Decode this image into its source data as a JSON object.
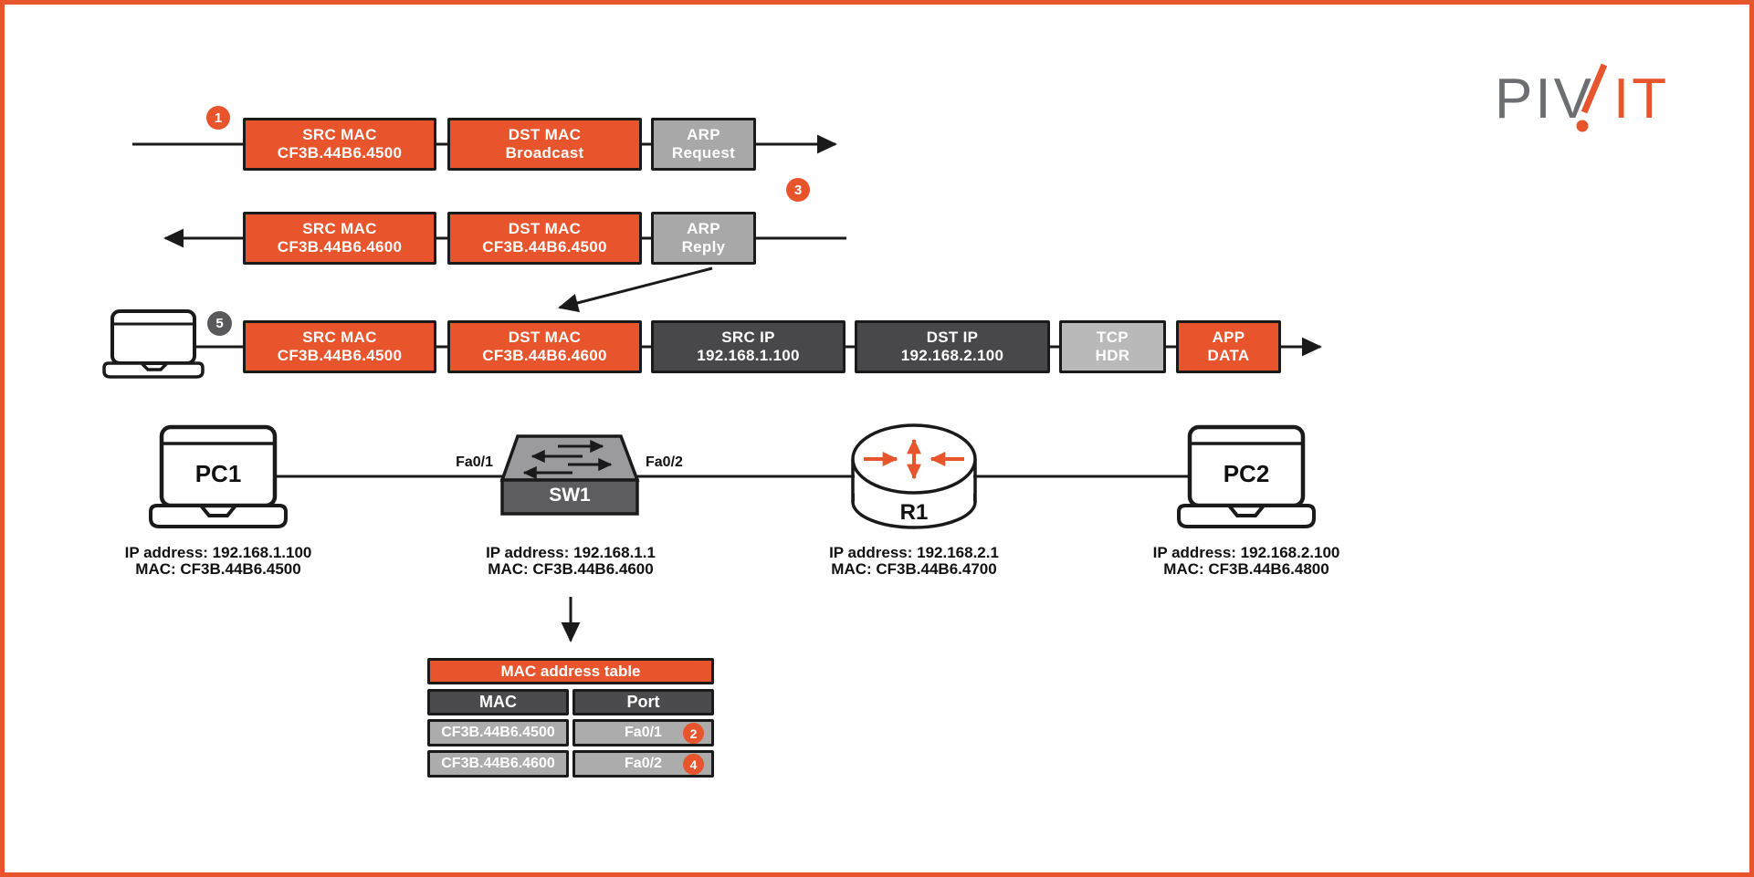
{
  "colors": {
    "orange": "#E8542C",
    "dark_gray_box": "#48484A",
    "arp_gray_box": "#A8A8A8",
    "tcp_gray_box": "#B9B9B9",
    "table_row_gray": "#ACACAC",
    "table_header_gray": "#4B4B4D",
    "badge_gray": "#59595B",
    "outline_black": "#1A1A1A",
    "logo_gray": "#6D6E71",
    "frame_border": "#E8542C"
  },
  "logo": {
    "gray_text": "PIV",
    "orange_text": "IT"
  },
  "badges": {
    "step1": "1",
    "step2": "2",
    "step3": "3",
    "step4": "4",
    "step5": "5"
  },
  "frames": {
    "arp_request": {
      "fields": [
        {
          "line1": "SRC MAC",
          "line2": "CF3B.44B6.4500"
        },
        {
          "line1": "DST MAC",
          "line2": "Broadcast"
        },
        {
          "line1": "ARP",
          "line2": "Request"
        }
      ]
    },
    "arp_reply": {
      "fields": [
        {
          "line1": "SRC MAC",
          "line2": "CF3B.44B6.4600"
        },
        {
          "line1": "DST MAC",
          "line2": "CF3B.44B6.4500"
        },
        {
          "line1": "ARP",
          "line2": "Reply"
        }
      ]
    },
    "data_frame": {
      "fields": [
        {
          "line1": "SRC MAC",
          "line2": "CF3B.44B6.4500"
        },
        {
          "line1": "DST MAC",
          "line2": "CF3B.44B6.4600"
        },
        {
          "line1": "SRC IP",
          "line2": "192.168.1.100"
        },
        {
          "line1": "DST IP",
          "line2": "192.168.2.100"
        },
        {
          "line1": "TCP",
          "line2": "HDR"
        },
        {
          "line1": "APP",
          "line2": "DATA"
        }
      ]
    }
  },
  "topology": {
    "pc1": {
      "name": "PC1",
      "ip": "IP address: 192.168.1.100",
      "mac": "MAC: CF3B.44B6.4500"
    },
    "sw1": {
      "name": "SW1",
      "ip": "IP address: 192.168.1.1",
      "mac": "MAC: CF3B.44B6.4600",
      "port_left": "Fa0/1",
      "port_right": "Fa0/2"
    },
    "r1": {
      "name": "R1",
      "ip": "IP address: 192.168.2.1",
      "mac": "MAC: CF3B.44B6.4700"
    },
    "pc2": {
      "name": "PC2",
      "ip": "IP address: 192.168.2.100",
      "mac": "MAC: CF3B.44B6.4800"
    }
  },
  "mac_table": {
    "title": "MAC address table",
    "col_mac": "MAC",
    "col_port": "Port",
    "rows": [
      {
        "mac": "CF3B.44B6.4500",
        "port": "Fa0/1",
        "badge": "2"
      },
      {
        "mac": "CF3B.44B6.4600",
        "port": "Fa0/2",
        "badge": "4"
      }
    ]
  }
}
